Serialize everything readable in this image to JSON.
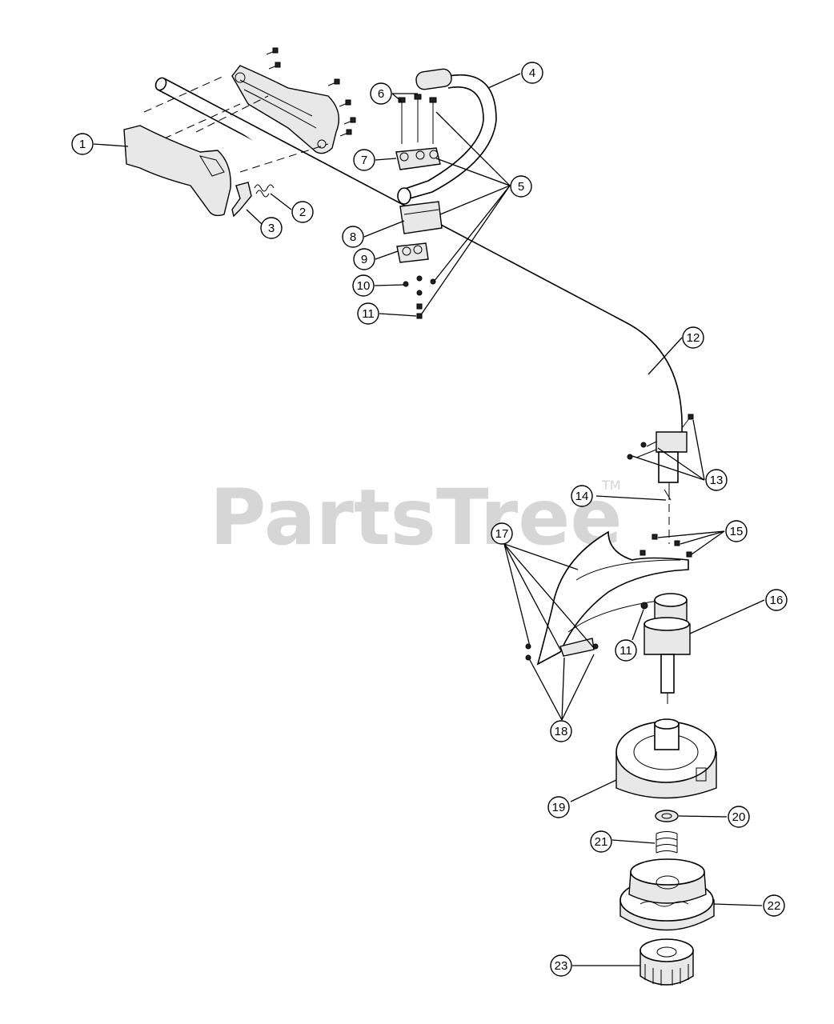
{
  "watermark": {
    "brand": "PartsTree",
    "mark": "TM"
  },
  "callouts": [
    {
      "id": "c1",
      "label": "1"
    },
    {
      "id": "c2",
      "label": "2"
    },
    {
      "id": "c3",
      "label": "3"
    },
    {
      "id": "c4",
      "label": "4"
    },
    {
      "id": "c5",
      "label": "5"
    },
    {
      "id": "c6",
      "label": "6"
    },
    {
      "id": "c7",
      "label": "7"
    },
    {
      "id": "c8",
      "label": "8"
    },
    {
      "id": "c9",
      "label": "9"
    },
    {
      "id": "c10",
      "label": "10"
    },
    {
      "id": "c11a",
      "label": "11"
    },
    {
      "id": "c12",
      "label": "12"
    },
    {
      "id": "c13",
      "label": "13"
    },
    {
      "id": "c14",
      "label": "14"
    },
    {
      "id": "c15",
      "label": "15"
    },
    {
      "id": "c16",
      "label": "16"
    },
    {
      "id": "c11b",
      "label": "11"
    },
    {
      "id": "c17",
      "label": "17"
    },
    {
      "id": "c18",
      "label": "18"
    },
    {
      "id": "c19",
      "label": "19"
    },
    {
      "id": "c20",
      "label": "20"
    },
    {
      "id": "c21",
      "label": "21"
    },
    {
      "id": "c22",
      "label": "22"
    },
    {
      "id": "c23",
      "label": "23"
    }
  ]
}
